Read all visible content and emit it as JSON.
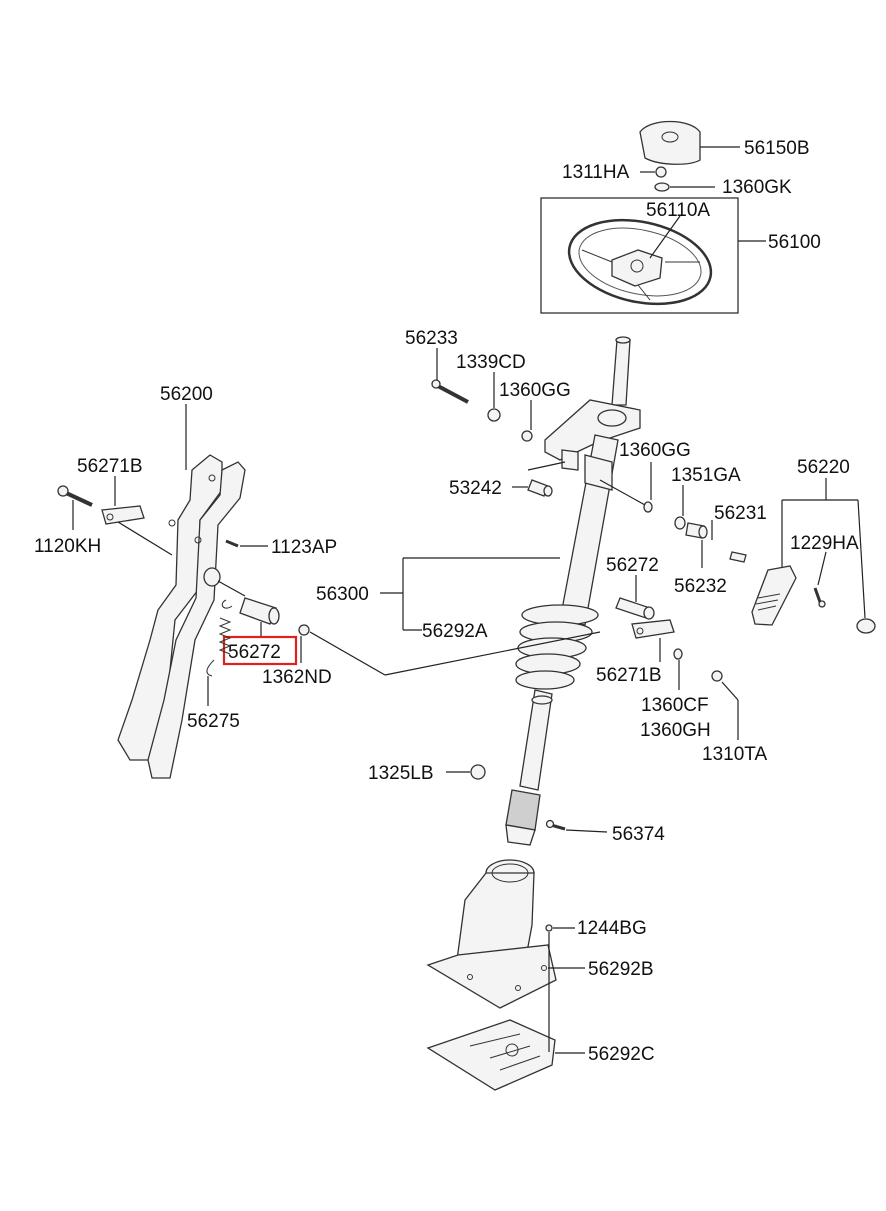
{
  "labels": {
    "p56150B": "56150B",
    "p1311HA": "1311HA",
    "p1360GK": "1360GK",
    "p56110A": "56110A",
    "p56100": "56100",
    "p56233": "56233",
    "p1339CD": "1339CD",
    "p1360GG_a": "1360GG",
    "p1360GG_b": "1360GG",
    "p56200": "56200",
    "p56271B_a": "56271B",
    "p1351GA": "1351GA",
    "p56220": "56220",
    "p53242": "53242",
    "p56231": "56231",
    "p1120KH": "1120KH",
    "p1123AP": "1123AP",
    "p1229HA": "1229HA",
    "p56272_b": "56272",
    "p56232": "56232",
    "p56300": "56300",
    "p56292A": "56292A",
    "p56272_hl": "56272",
    "p56271B_b": "56271B",
    "p1362ND": "1362ND",
    "p1360CF": "1360CF",
    "p1360GH": "1360GH",
    "p56275": "56275",
    "p1310TA": "1310TA",
    "p1325LB": "1325LB",
    "p56374": "56374",
    "p1244BG": "1244BG",
    "p56292B": "56292B",
    "p56292C": "56292C"
  },
  "colors": {
    "highlight": "#e0201b",
    "line": "#222222"
  }
}
